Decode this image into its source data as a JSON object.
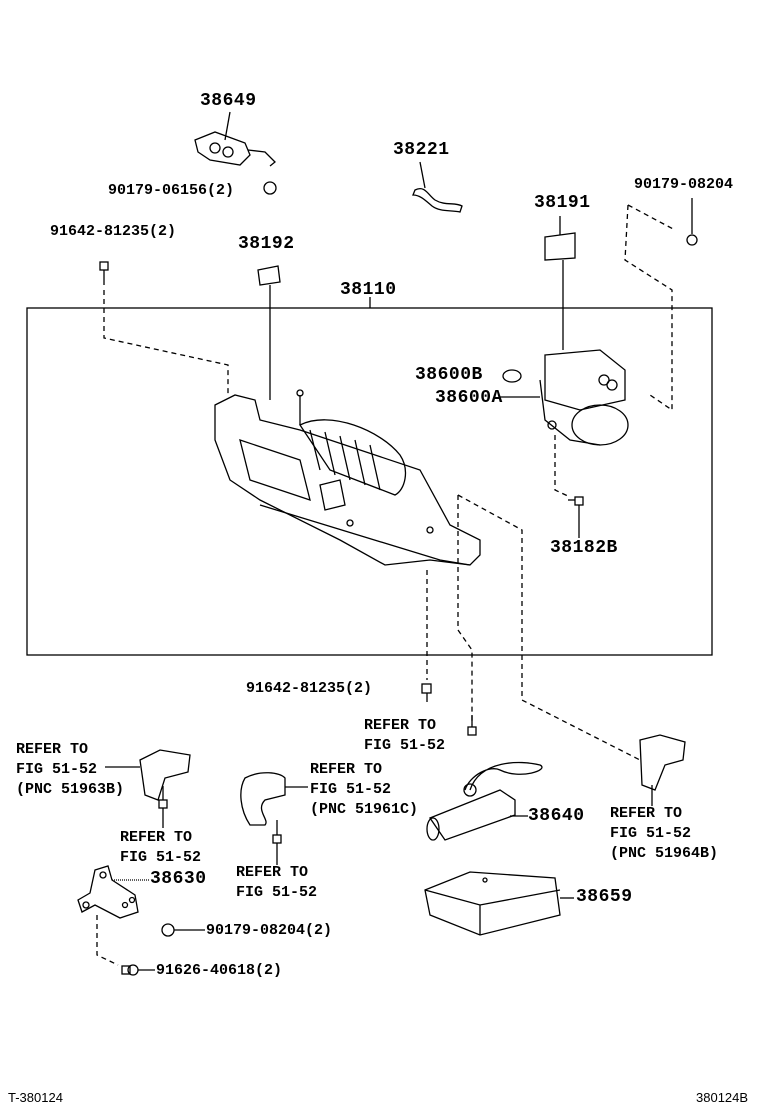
{
  "labels": {
    "p38649": "38649",
    "p90179_06156": "90179-06156(2)",
    "p38221": "38221",
    "p38191": "38191",
    "p90179_08204_top": "90179-08204",
    "p91642_81235_top": "91642-81235(2)",
    "p38192": "38192",
    "p38110": "38110",
    "p38600B": "38600B",
    "p38600A": "38600A",
    "p38182B": "38182B",
    "p91642_81235_mid": "91642-81235(2)",
    "p38640": "38640",
    "p38630": "38630",
    "p38659": "38659",
    "p90179_08204_bot": "90179-08204(2)",
    "p91626_40618": "91626-40618(2)"
  },
  "references": {
    "ref_center": [
      "REFER TO",
      "FIG 51-52"
    ],
    "ref_51963B": [
      "REFER TO",
      "FIG 51-52",
      "(PNC 51963B)"
    ],
    "ref_51961C": [
      "REFER TO",
      "FIG 51-52",
      "(PNC 51961C)"
    ],
    "ref_51964B": [
      "REFER TO",
      "FIG 51-52",
      "(PNC 51964B)"
    ],
    "ref_left_bolt": [
      "REFER TO",
      "FIG 51-52"
    ],
    "ref_mid_bolt": [
      "REFER TO",
      "FIG 51-52"
    ]
  },
  "footer": {
    "left_code": "T-380124",
    "right_code": "380124B"
  }
}
